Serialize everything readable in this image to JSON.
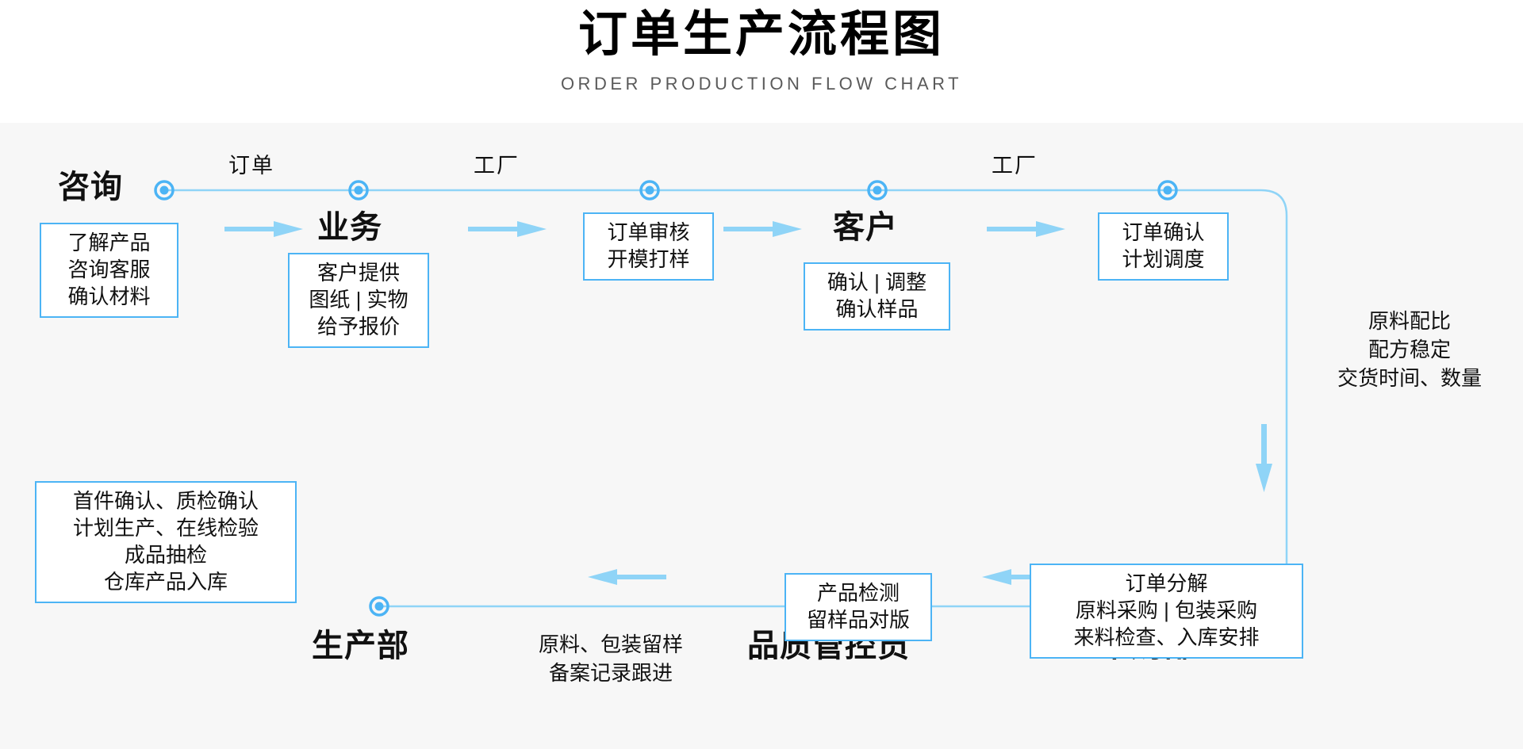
{
  "header": {
    "title": "订单生产流程图",
    "subtitle": "ORDER PRODUCTION FLOW CHART"
  },
  "colors": {
    "accent": "#4cb4f5",
    "line": "#8fd4f7",
    "arrow": "#8fd4f7",
    "text": "#111111",
    "subtitle": "#5a5a5a",
    "canvas_bg": "#f7f7f7",
    "box_bg": "#ffffff"
  },
  "nodes": [
    {
      "id": "consult",
      "label": "咨询"
    },
    {
      "id": "sales",
      "label": "业务"
    },
    {
      "id": "review",
      "label": ""
    },
    {
      "id": "customer",
      "label": "客户"
    },
    {
      "id": "confirm",
      "label": ""
    },
    {
      "id": "purchase",
      "label": "采购部"
    },
    {
      "id": "quality",
      "label": "品质管控员"
    },
    {
      "id": "production",
      "label": "生产部"
    }
  ],
  "edge_labels": [
    {
      "id": "edge-order",
      "text": "订单"
    },
    {
      "id": "edge-factory-1",
      "text": "工厂"
    },
    {
      "id": "edge-factory-2",
      "text": "工厂"
    }
  ],
  "boxes": {
    "consult": {
      "lines": [
        "了解产品",
        "咨询客服",
        "确认材料"
      ]
    },
    "sales": {
      "lines": [
        "客户提供",
        "图纸 | 实物",
        "给予报价"
      ]
    },
    "review": {
      "lines": [
        "订单审核",
        "开模打样"
      ]
    },
    "customer": {
      "lines": [
        "确认 | 调整",
        "确认样品"
      ]
    },
    "confirm": {
      "lines": [
        "订单确认",
        "计划调度"
      ]
    },
    "purchase": {
      "lines": [
        "订单分解",
        "原料采购 | 包装采购",
        "来料检查、入库安排"
      ]
    },
    "quality": {
      "lines": [
        "产品检测",
        "留样品对版"
      ]
    },
    "production": {
      "lines": [
        "首件确认、质检确认",
        "计划生产、在线检验",
        "成品抽检",
        "仓库产品入库"
      ]
    }
  },
  "floating_texts": {
    "material": {
      "lines": [
        "原料配比",
        "配方稳定",
        "交货时间、数量"
      ]
    },
    "sampling": {
      "lines": [
        "原料、包装留样",
        "备案记录跟进"
      ]
    }
  }
}
